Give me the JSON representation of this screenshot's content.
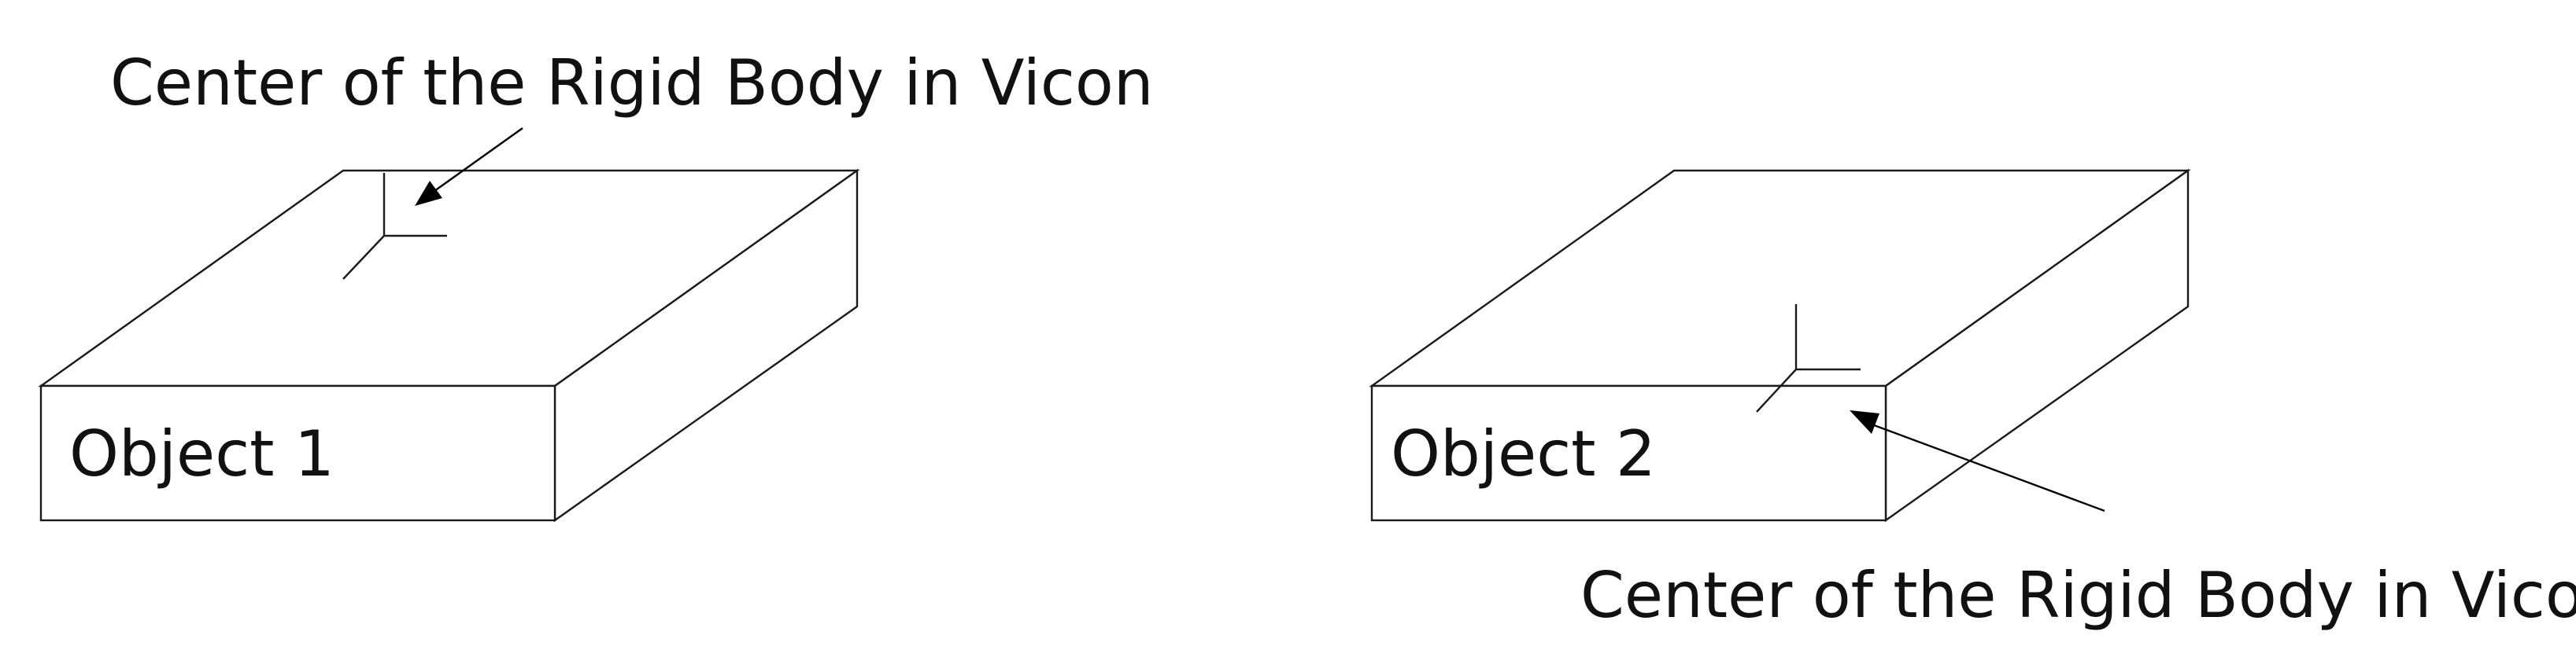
{
  "objects": [
    {
      "label": "Object 1",
      "annotation": "Center of the Rigid Body in Vicon"
    },
    {
      "label": "Object 2",
      "annotation": "Center of the Rigid Body in Vicon"
    }
  ],
  "colors": {
    "stroke": "#1a1a1a",
    "text": "#111111",
    "background": "#ffffff"
  }
}
